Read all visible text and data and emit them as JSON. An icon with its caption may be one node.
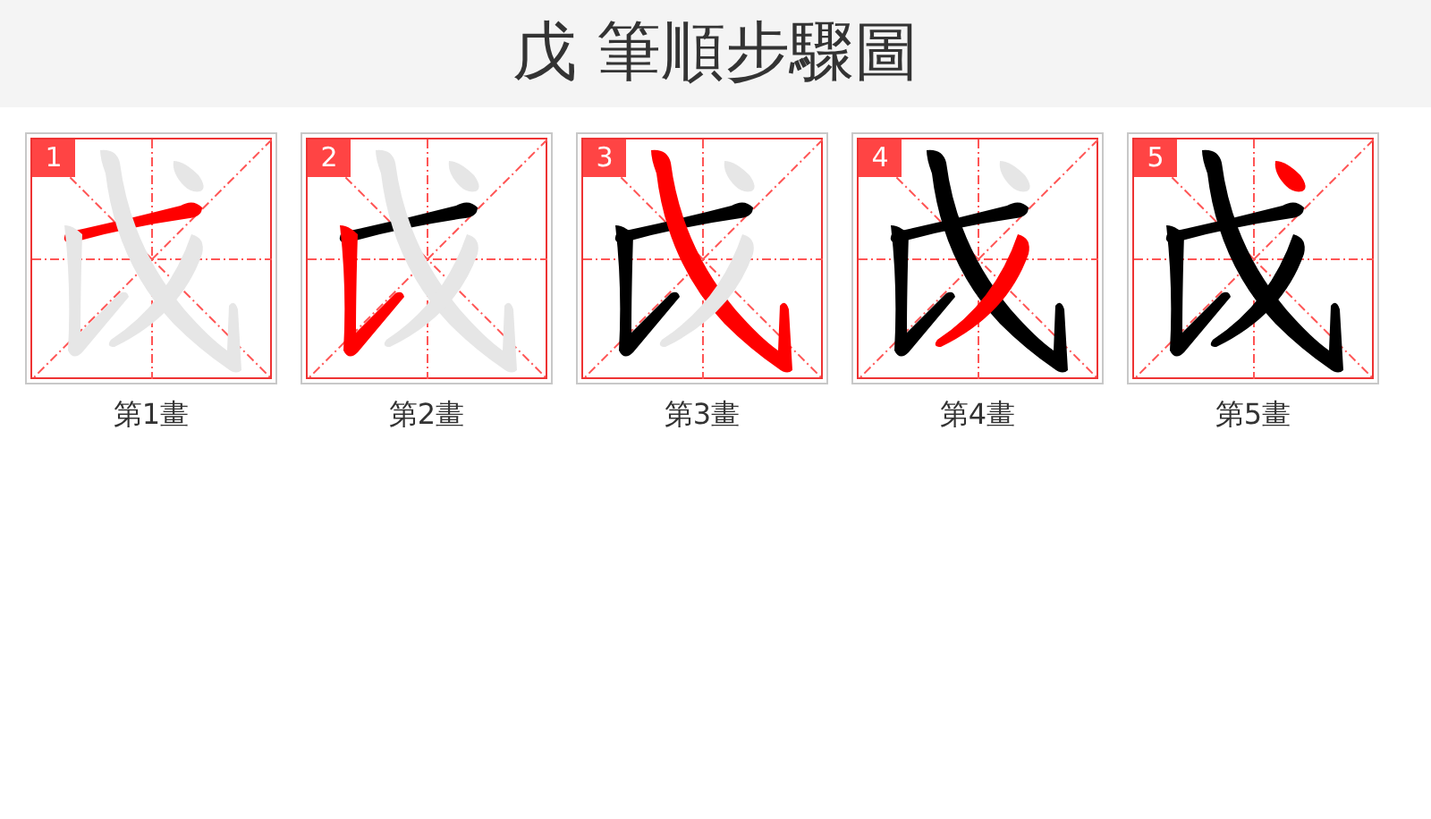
{
  "diagram": {
    "title": "戊 筆順步驟圖",
    "nodes": [
      {
        "text": [
          "1"
        ],
        "beside": [
          "第1畫"
        ]
      },
      {
        "text": [
          "2"
        ],
        "beside": [
          "第2畫"
        ]
      },
      {
        "text": [
          "3"
        ],
        "beside": [
          "第3畫"
        ]
      },
      {
        "text": [
          "4"
        ],
        "beside": [
          "第4畫"
        ]
      },
      {
        "text": [
          "5"
        ],
        "beside": [
          "第5畫"
        ]
      }
    ]
  }
}
